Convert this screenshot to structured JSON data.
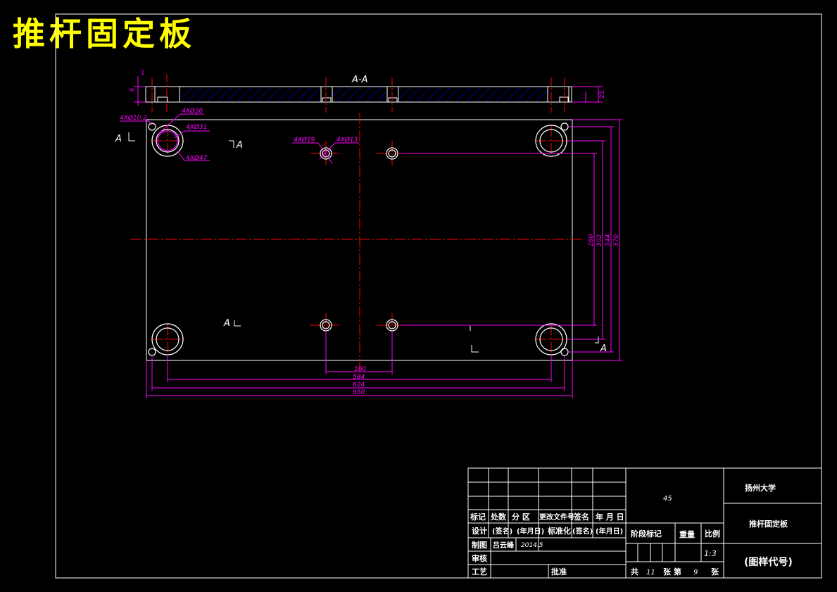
{
  "title": "推杆固定板",
  "colors": {
    "title": "#ffff00",
    "outline": "#ffffff",
    "dimension": "#ff00ff",
    "centerline": "#ff0000",
    "hatch": "#0000ff"
  },
  "section": {
    "label": "A-A",
    "dim_1": "1",
    "dim_8": "8",
    "dim_25": "25"
  },
  "annotations": {
    "holes_10_2": "4XØ10.2",
    "holes_36": "4XØ36",
    "holes_31": "4XØ31",
    "holes_47": "4XØ47",
    "holes_19": "4XØ19",
    "holes_13": "4XØ13"
  },
  "section_markers": {
    "left_top": "A",
    "left_top2": "A",
    "bottom_left": "A",
    "bottom_right": "A"
  },
  "dimensions": {
    "horizontal": [
      "100",
      "584",
      "624",
      "650"
    ],
    "vertical": [
      "260",
      "302",
      "344",
      "370"
    ]
  },
  "title_block": {
    "material": "45",
    "university": "扬州大学",
    "part_name": "推杆固定板",
    "drawing_code": "(图样代号)",
    "headers": {
      "mark": "标记",
      "count": "处数",
      "zone": "分 区",
      "change_doc": "更改文件号",
      "sign": "签名",
      "date": "年 月 日"
    },
    "rows": {
      "design": "设计",
      "design_sign": "(签名)",
      "design_date": "(年月日)",
      "standard": "标准化",
      "standard_sign": "(签名)",
      "standard_date": "(年月日)",
      "draw": "制图",
      "drawer": "吕云峰",
      "draw_date": "2014.5",
      "review": "审核",
      "process": "工艺",
      "approve": "批准"
    },
    "stage_mark": "阶段标记",
    "weight": "重量",
    "scale_label": "比例",
    "scale": "1:3",
    "total_label": "共",
    "total": "11",
    "sheet_label": "张 第",
    "sheet": "9",
    "sheet_unit": "张"
  }
}
